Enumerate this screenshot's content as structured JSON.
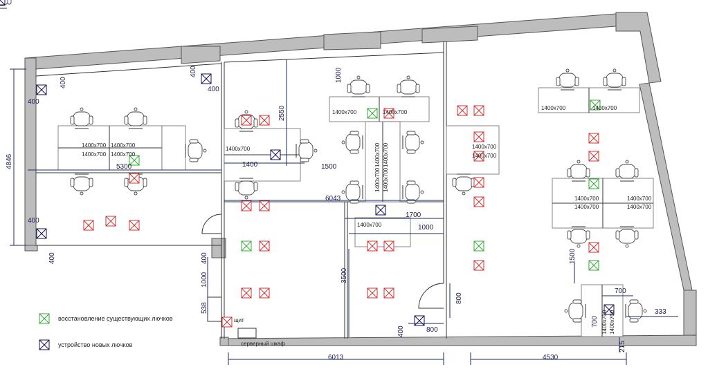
{
  "legend": {
    "restore_label": "восстановление существующих лючков",
    "new_label": "устройство новых лючков",
    "restore_color": "#33aa33",
    "new_color": "#111155"
  },
  "labels": {
    "server_cabinet": "серверный шкаф",
    "panel": "щит"
  },
  "desk_size": "1400x700",
  "dimensions": {
    "d4846": "4846",
    "d400": "400",
    "d5300": "5300",
    "d1400": "1400",
    "d2550": "2550",
    "d1500": "1500",
    "d1000": "1000",
    "d6043": "6043",
    "d1700": "1700",
    "d3500": "3500",
    "d800": "800",
    "d538": "538",
    "d6013": "6013",
    "d4530": "4530",
    "d700": "700",
    "d333": "333",
    "d215": "215"
  }
}
